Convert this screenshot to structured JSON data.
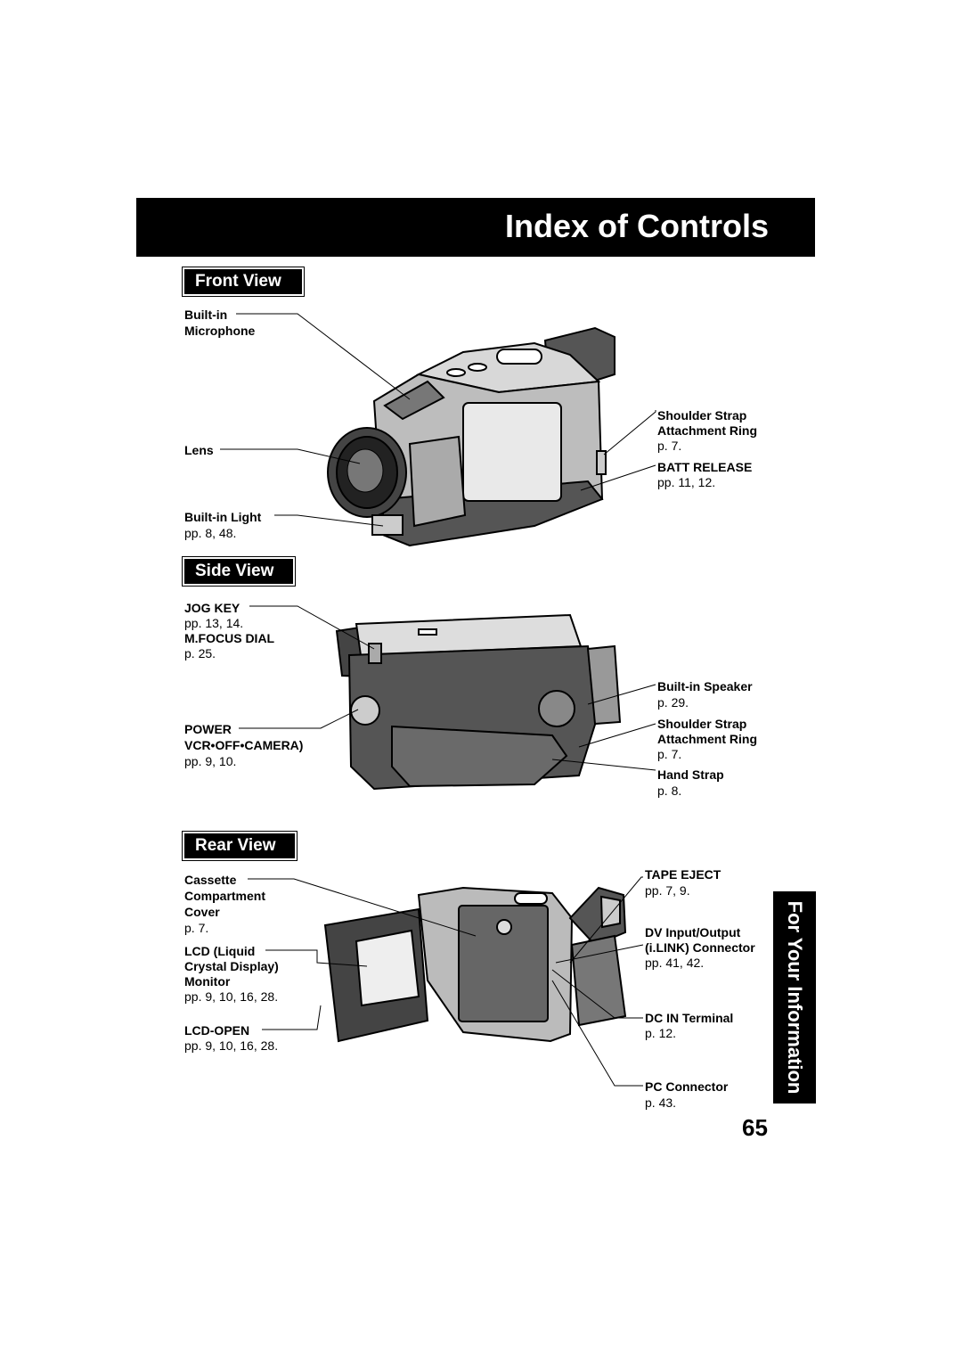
{
  "header": {
    "title": "Index of Controls"
  },
  "sections": {
    "front": "Front View",
    "side": "Side View",
    "rear": "Rear View"
  },
  "side_tab": "For Your Information",
  "page_number": "65",
  "front_labels": {
    "mic": "Built-in",
    "mic2": "Microphone",
    "lens": "Lens",
    "light": "Built-in Light",
    "light_p": "pp. 8, 48.",
    "strap": "Shoulder Strap",
    "strap2": "Attachment Ring",
    "strap_p": "p. 7.",
    "batt": "BATT RELEASE",
    "batt_p": "pp. 11, 12."
  },
  "side_labels": {
    "jog": "JOG KEY",
    "jog_p": "pp. 13, 14.",
    "mfocus": "M.FOCUS DIAL",
    "mfocus_p": "p. 25.",
    "power": "POWER",
    "power2": "VCR•OFF•CAMERA)",
    "power_p": "pp. 9, 10.",
    "speaker": "Built-in Speaker",
    "speaker_p": "p. 29.",
    "strap": "Shoulder Strap",
    "strap2": "Attachment Ring",
    "strap_p": "p. 7.",
    "hand": "Hand Strap",
    "hand_p": "p. 8."
  },
  "rear_labels": {
    "cass": "Cassette",
    "cass2": "Compartment",
    "cass3": "Cover",
    "cass_p": "p. 7.",
    "lcd": "LCD (Liquid",
    "lcd2": "Crystal Display)",
    "lcd3": "Monitor",
    "lcd_p": "pp. 9, 10, 16, 28.",
    "lcdopen": "LCD-OPEN",
    "lcdopen_p": "pp. 9, 10, 16, 28.",
    "eject": "TAPE EJECT",
    "eject_p": "pp. 7, 9.",
    "dv": "DV Input/Output",
    "dv2": "(i.LINK) Connector",
    "dv_p": "pp. 41, 42.",
    "dc": "DC IN Terminal",
    "dc_p": "p. 12.",
    "pc": "PC Connector",
    "pc_p": "p. 43."
  }
}
